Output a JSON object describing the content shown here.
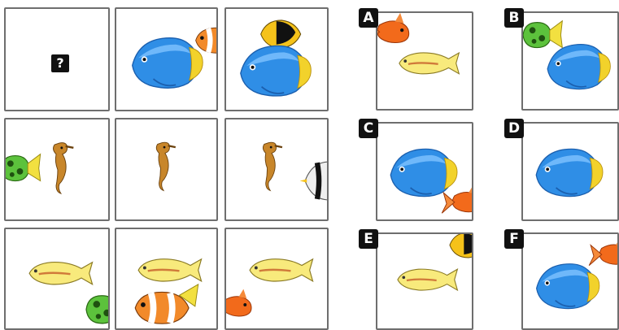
{
  "matrix": {
    "question_mark": "?",
    "cells": [
      {
        "row": 1,
        "col": 1,
        "contents": [
          "question-mark"
        ]
      },
      {
        "row": 1,
        "col": 2,
        "contents": [
          "blue-tang",
          "clownfish-partial"
        ]
      },
      {
        "row": 1,
        "col": 3,
        "contents": [
          "blue-tang",
          "butterflyfish-yellow-black"
        ]
      },
      {
        "row": 2,
        "col": 1,
        "contents": [
          "seahorse",
          "green-fish-partial"
        ]
      },
      {
        "row": 2,
        "col": 2,
        "contents": [
          "seahorse"
        ]
      },
      {
        "row": 2,
        "col": 3,
        "contents": [
          "seahorse",
          "moorish-idol-partial"
        ]
      },
      {
        "row": 3,
        "col": 1,
        "contents": [
          "yellow-fish",
          "green-fish"
        ]
      },
      {
        "row": 3,
        "col": 2,
        "contents": [
          "yellow-fish",
          "clownfish-yellow-fin"
        ]
      },
      {
        "row": 3,
        "col": 3,
        "contents": [
          "yellow-fish",
          "goldfish-partial"
        ]
      }
    ]
  },
  "options": [
    {
      "label": "A",
      "contents": [
        "yellow-fish",
        "goldfish"
      ]
    },
    {
      "label": "B",
      "contents": [
        "blue-tang",
        "green-fish"
      ]
    },
    {
      "label": "C",
      "contents": [
        "blue-tang",
        "goldfish-partial"
      ]
    },
    {
      "label": "D",
      "contents": [
        "blue-tang"
      ]
    },
    {
      "label": "E",
      "contents": [
        "yellow-fish",
        "butterflyfish-partial"
      ]
    },
    {
      "label": "F",
      "contents": [
        "blue-tang",
        "goldfish-partial"
      ]
    }
  ],
  "colors": {
    "border": "#6e6e6e",
    "blue_tang": "#2e8fe8",
    "yellow_fish": "#f7e878",
    "label_bg": "#111111"
  }
}
